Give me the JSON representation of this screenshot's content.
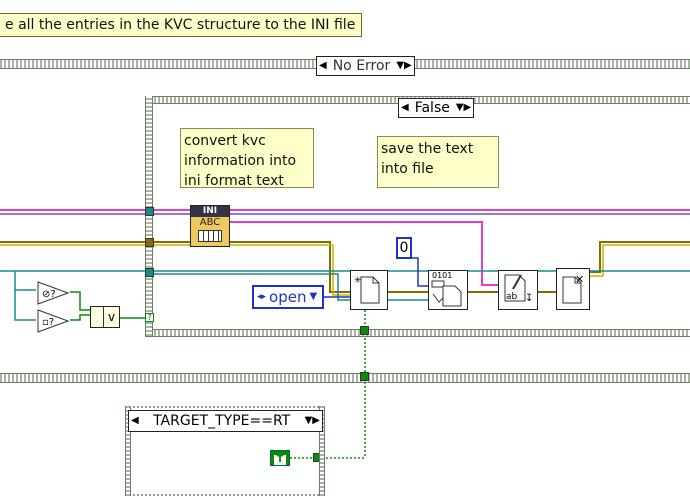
{
  "diagram": {
    "top_comment": "e all the entries in the KVC structure to the INI file",
    "outer_case": {
      "selector": "No Error"
    },
    "inner_case": {
      "selector": "False"
    },
    "bottom_case": {
      "selector": "TARGET_TYPE==RT"
    },
    "notes": {
      "convert": "convert kvc information into ini format text",
      "save": "save the text into file"
    },
    "nodes": {
      "ini_vi_label": "INI",
      "ini_vi_sub": "ABC",
      "open_enum": "open",
      "zero_const": "0",
      "bool_true": "T",
      "compare_label": "v",
      "write_bin_label": "0101"
    },
    "colors": {
      "string_wire": "#e040c8",
      "cluster_wire": "#8a6b00",
      "error_wire": "#c9b400",
      "refnum_wire": "#1a8a8a",
      "numeric_wire": "#1d33c9",
      "bool_wire": "#0b8a0b",
      "case_border": "#a9b5a3"
    }
  }
}
